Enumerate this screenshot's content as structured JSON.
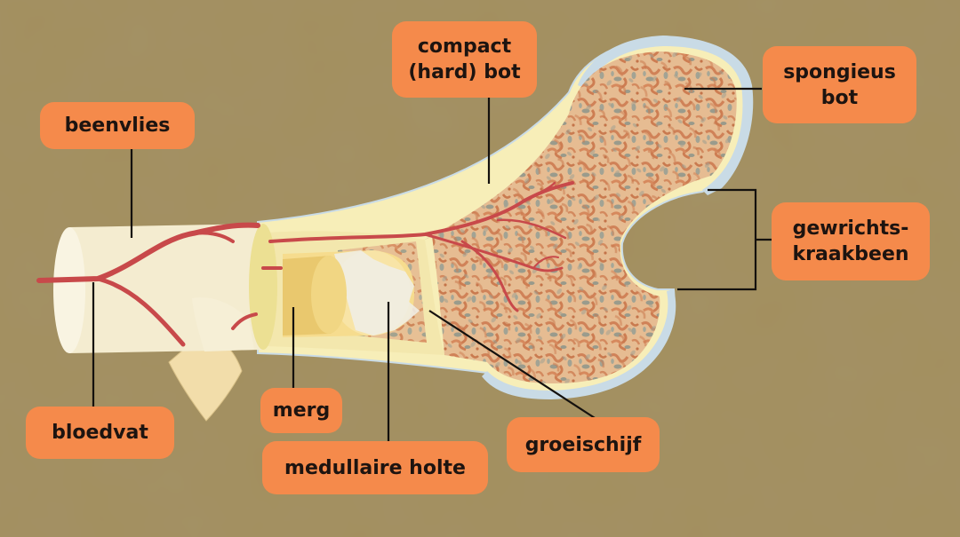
{
  "colors": {
    "background": "#a38f5e",
    "label_fill": "#f58a4b",
    "label_text": "#1d1410",
    "blood_vessel": "#c8494a",
    "compact_bone": "#f7eeb8",
    "cartilage": "#c9dbe6",
    "periosteum": "#f4ecd0",
    "marrow": "#f3d98a",
    "spongy_bone": "#e5b98d",
    "leader_line": "#14110e"
  },
  "labels": {
    "beenvlies": "beenvlies",
    "bloedvat": "bloedvat",
    "merg": "merg",
    "medullaire_holte": "medullaire holte",
    "compact_line1": "compact",
    "compact_line2": "(hard) bot",
    "spongieus_line1": "spongieus",
    "spongieus_line2": "bot",
    "gewrichts_line1": "gewrichts-",
    "gewrichts_line2": "kraakbeen",
    "groeischijf": "groeischijf"
  }
}
